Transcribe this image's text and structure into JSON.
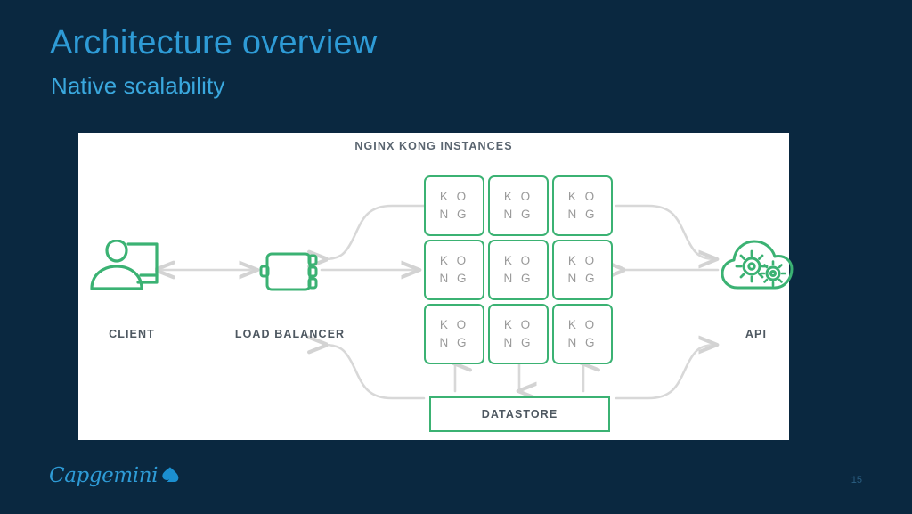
{
  "slide": {
    "title": "Architecture overview",
    "subtitle": "Native scalability",
    "page_number": "15",
    "background_color": "#0a2840",
    "title_color": "#2e9bd6"
  },
  "branding": {
    "logo_text": "Capgemini",
    "logo_icon": "spade-glyph",
    "logo_color": "#2e9bd6"
  },
  "diagram": {
    "heading": "NGINX KONG INSTANCES",
    "accent_color": "#3bb273",
    "connector_color": "#d6d6d6",
    "label_color": "#4e5861",
    "nodes": [
      {
        "id": "client",
        "label": "CLIENT",
        "icon": "user-monitor-icon"
      },
      {
        "id": "load-balancer",
        "label": "LOAD BALANCER",
        "icon": "load-balancer-icon"
      },
      {
        "id": "api",
        "label": "API",
        "icon": "cloud-gears-icon"
      }
    ],
    "kong_instances": [
      {
        "line1": "K O",
        "line2": "N G"
      },
      {
        "line1": "K O",
        "line2": "N G"
      },
      {
        "line1": "K O",
        "line2": "N G"
      },
      {
        "line1": "K O",
        "line2": "N G"
      },
      {
        "line1": "K O",
        "line2": "N G"
      },
      {
        "line1": "K O",
        "line2": "N G"
      },
      {
        "line1": "K O",
        "line2": "N G"
      },
      {
        "line1": "K O",
        "line2": "N G"
      },
      {
        "line1": "K O",
        "line2": "N G"
      }
    ],
    "datastore": {
      "label": "DATASTORE"
    }
  }
}
